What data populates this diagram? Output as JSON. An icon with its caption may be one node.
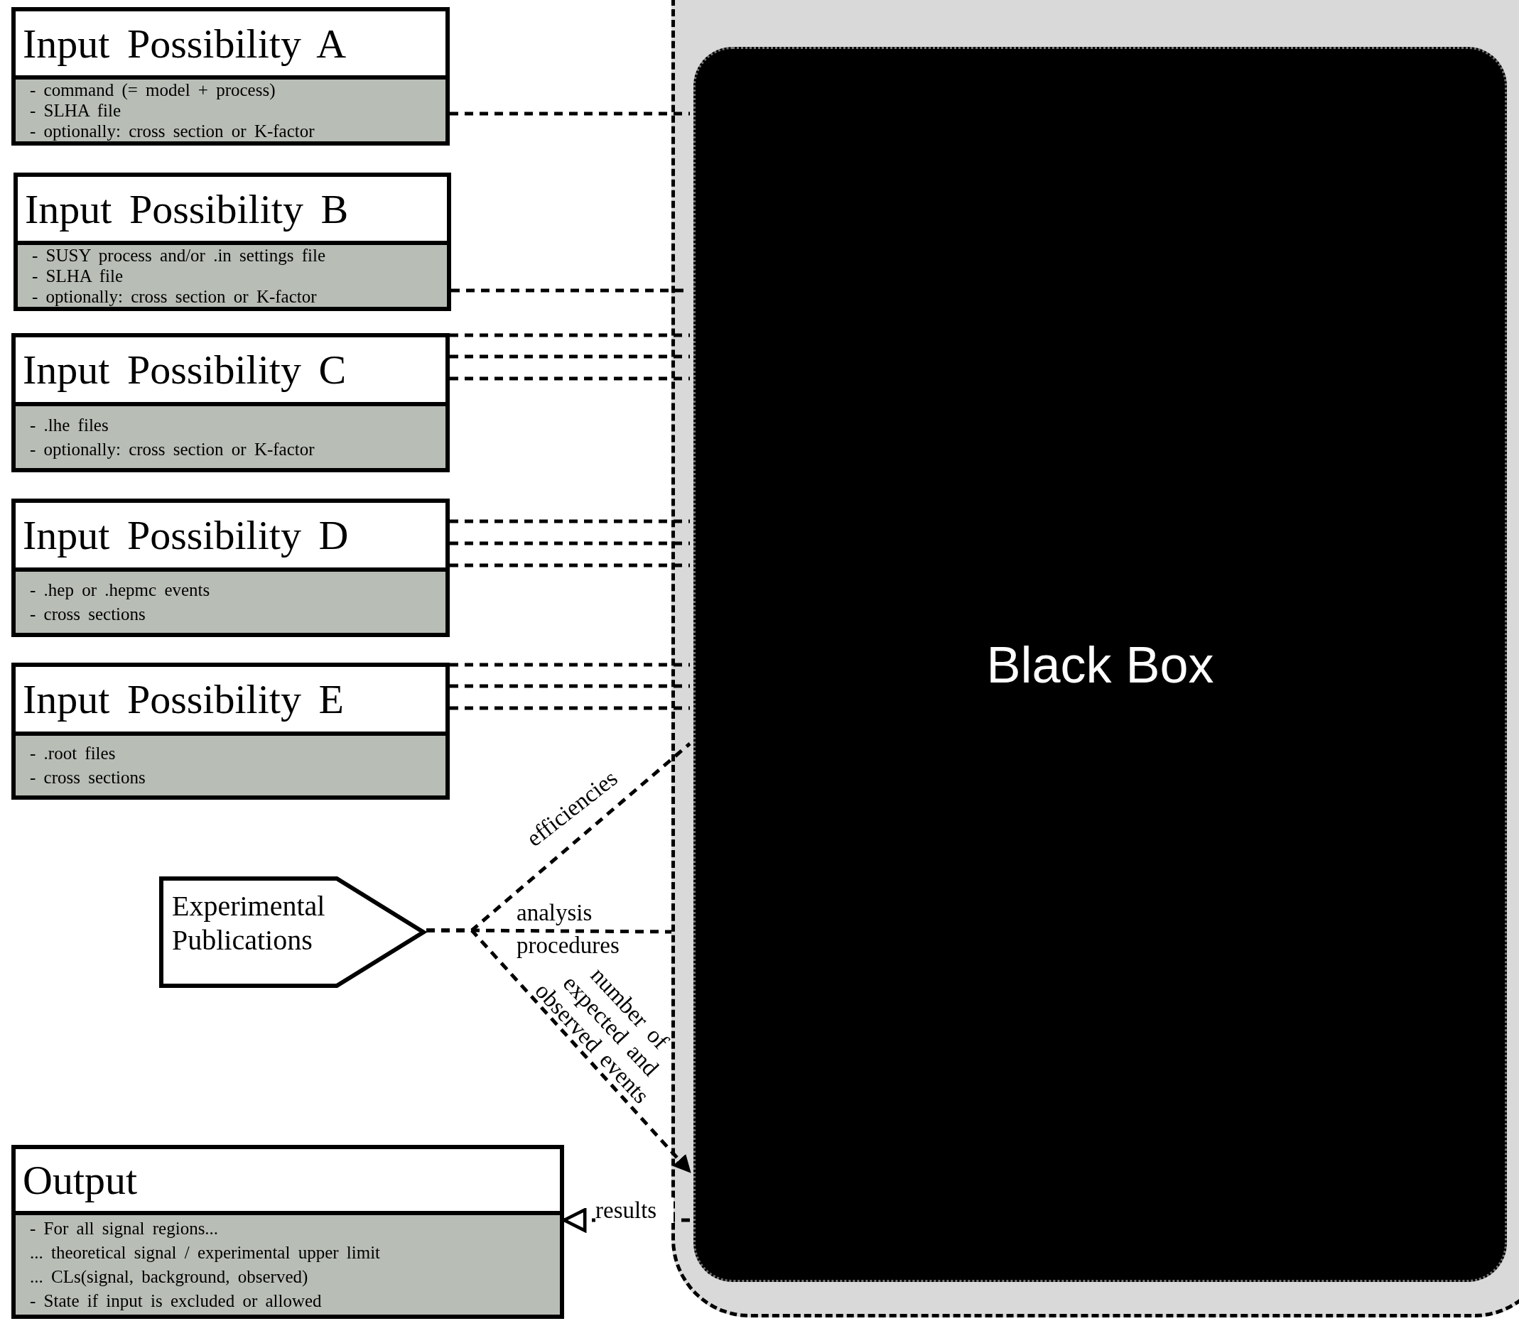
{
  "diagram": {
    "nodes": [
      {
        "text": [
          "Input Possibility A",
          "- command (= model + process)",
          "- SLHA file",
          "- optionally: cross section or K-factor"
        ]
      },
      {
        "text": [
          "Input Possibility B",
          "- SUSY process and/or .in settings file",
          "- SLHA file",
          "- optionally: cross section or K-factor"
        ]
      },
      {
        "text": [
          "Input Possibility C",
          "- .lhe files",
          "- optionally: cross section or K-factor"
        ]
      },
      {
        "text": [
          "Input Possibility D",
          "- .hep or .hepmc events",
          "- cross sections"
        ]
      },
      {
        "text": [
          "Input Possibility E",
          "- .root files",
          "- cross sections"
        ]
      },
      {
        "text": [],
        "shape": "box"
      },
      {
        "text": [
          "Black Box"
        ],
        "in": 5
      },
      {
        "text": [
          "Experimental Publications"
        ]
      },
      {
        "text": [
          "Output",
          "- For all signal regions...",
          "... theoretical signal / experimental upper limit",
          "... CLs(signal, background, observed)",
          "- State if input is excluded or allowed"
        ]
      }
    ],
    "edges": [
      {
        "from": 0,
        "to": 6,
        "arrow": "none"
      },
      {
        "from": 1,
        "to": 6,
        "arrow": "none"
      },
      {
        "from": 2,
        "to": 6,
        "arrow": "none"
      },
      {
        "from": 2,
        "to": 6,
        "arrow": "none"
      },
      {
        "from": 2,
        "to": 6,
        "arrow": "none"
      },
      {
        "from": 3,
        "to": 6,
        "arrow": "none"
      },
      {
        "from": 3,
        "to": 6,
        "arrow": "none"
      },
      {
        "from": 3,
        "to": 6,
        "arrow": "none"
      },
      {
        "from": 4,
        "to": 6,
        "arrow": "none"
      },
      {
        "from": 4,
        "to": 6,
        "arrow": "none"
      },
      {
        "from": 4,
        "to": 6,
        "arrow": "none"
      },
      {
        "from": 7,
        "to": 6,
        "arrow": "none",
        "label": "efficiencies"
      },
      {
        "from": 7,
        "to": 5,
        "arrow": "none",
        "label": "analysis procedures"
      },
      {
        "from": 7,
        "to": 6,
        "arrow": "to",
        "label": "number of expected and observed events"
      },
      {
        "from": 6,
        "to": 8,
        "arrow": "to",
        "label": "results"
      }
    ]
  }
}
